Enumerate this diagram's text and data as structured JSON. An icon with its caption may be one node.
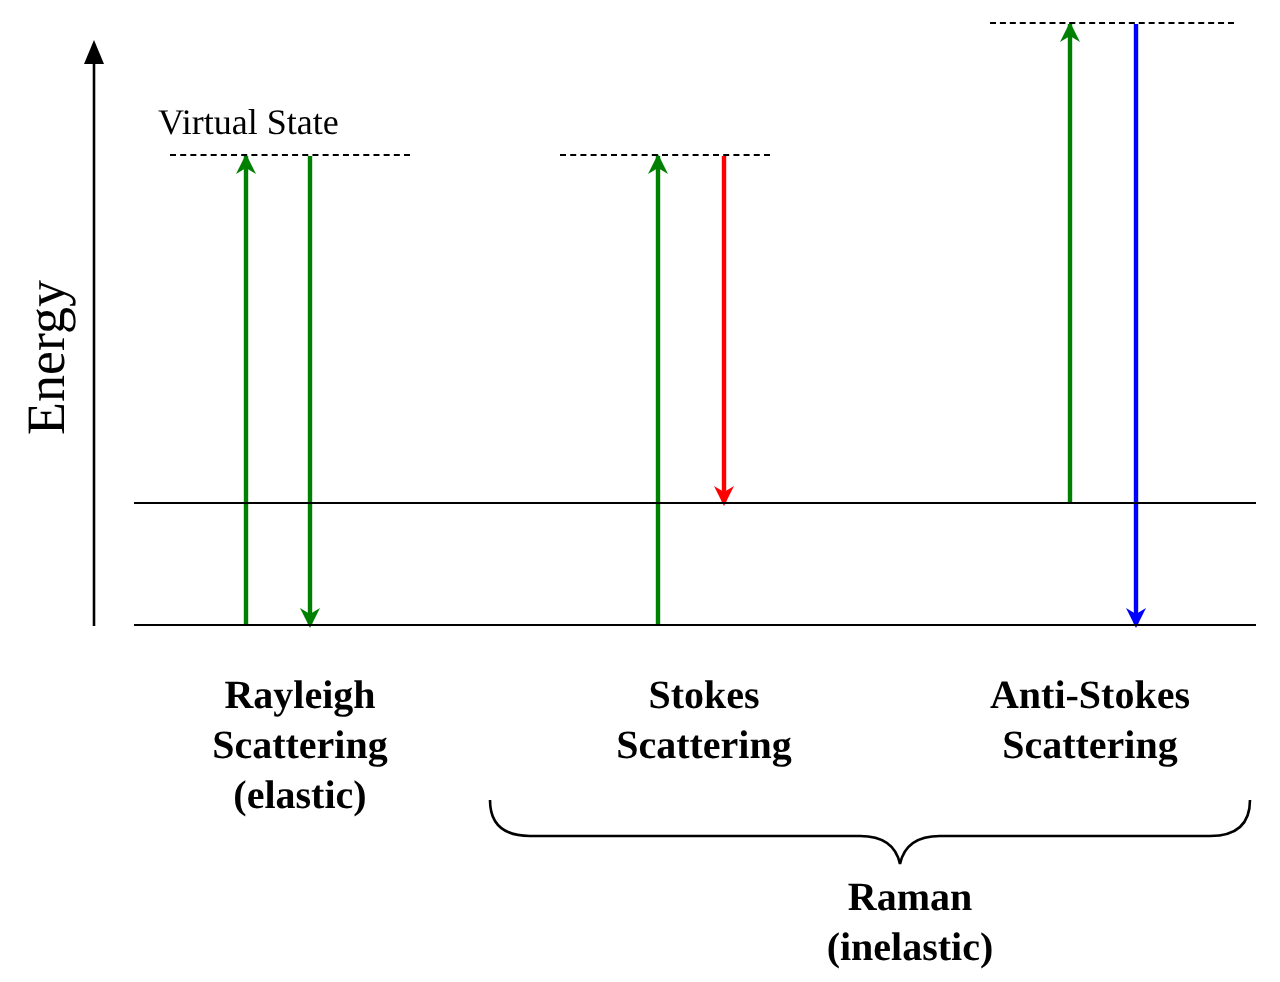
{
  "diagram": {
    "nodes": [
      {
        "text": [
          "Virtual State"
        ]
      },
      {
        "text": [],
        "shape": "line"
      },
      {
        "text": [],
        "shape": "line"
      },
      {
        "text": [],
        "shape": "line"
      },
      {
        "text": [],
        "shape": "line"
      }
    ],
    "edges": [
      {
        "from": 4,
        "to": 0,
        "arrow": "to"
      },
      {
        "from": 0,
        "to": 4,
        "arrow": "to"
      },
      {
        "from": 4,
        "to": 1,
        "arrow": "to"
      },
      {
        "from": 1,
        "to": 3,
        "arrow": "to",
        "color": "#ff0000"
      },
      {
        "from": 3,
        "to": 2,
        "arrow": "to"
      },
      {
        "from": 2,
        "to": 4,
        "arrow": "to",
        "color": "#0000ff"
      }
    ],
    "labels": [
      "Energy",
      "Rayleigh Scattering (elastic)",
      "Stokes Scattering",
      "Anti-Stokes Scattering",
      "Raman (inelastic)"
    ]
  }
}
